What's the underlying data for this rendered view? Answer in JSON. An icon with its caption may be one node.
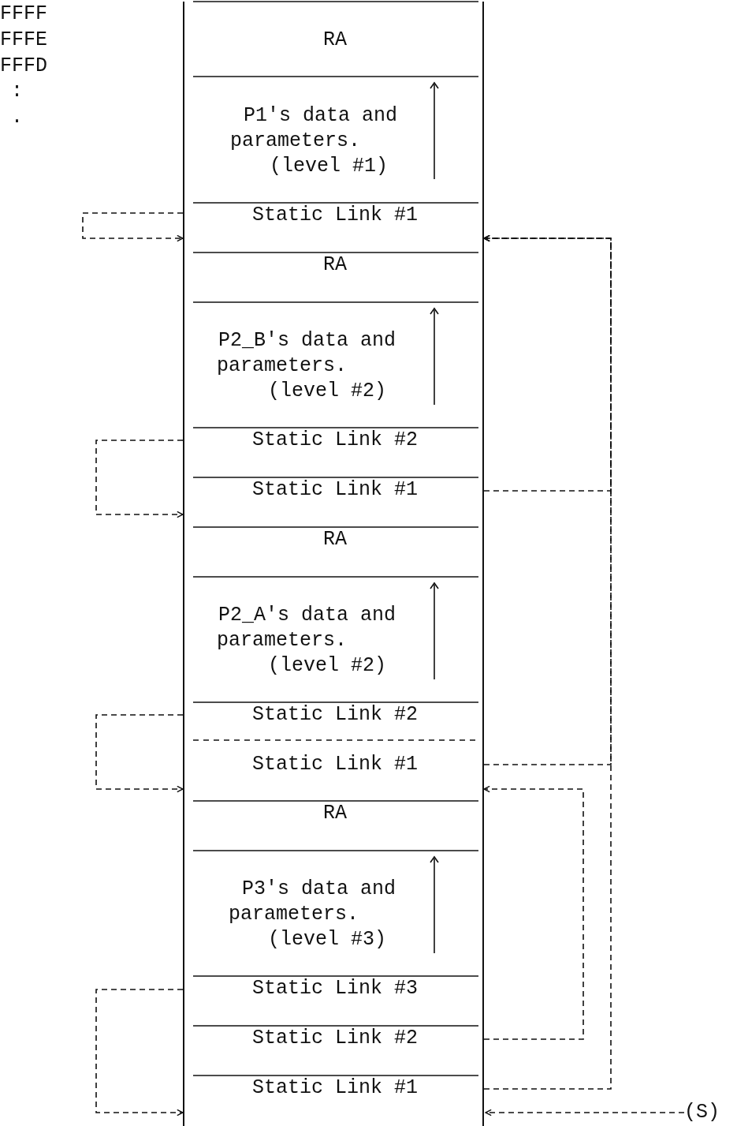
{
  "diagram": {
    "nodes": [
      {
        "text": [
          "RA"
        ]
      },
      {
        "text": [
          "P1's data and parameters.",
          "(level #1)"
        ]
      },
      {
        "text": [
          "Static Link #1"
        ]
      },
      {
        "text": [
          "RA"
        ]
      },
      {
        "text": [
          "P2_B's data and parameters.",
          "(level #2)"
        ]
      },
      {
        "text": [
          "Static Link #2"
        ]
      },
      {
        "text": [
          "Static Link #1"
        ]
      },
      {
        "text": [
          "RA"
        ]
      },
      {
        "text": [
          "P2_A's data and parameters.",
          "(level #2)"
        ]
      },
      {
        "text": [
          "Static Link #2"
        ]
      },
      {
        "text": [
          "Static Link #1"
        ]
      },
      {
        "text": [
          "RA"
        ]
      },
      {
        "text": [
          "P3's data and parameters.",
          "(level #3)"
        ]
      },
      {
        "text": [
          "Static Link #3"
        ]
      },
      {
        "text": [
          "Static Link #2"
        ]
      },
      {
        "text": [
          "Static Link #1"
        ]
      },
      {
        "text": [
          "(S)"
        ]
      }
    ],
    "edges": [
      {
        "from": 2,
        "to": 2,
        "arrow": "to"
      },
      {
        "from": 6,
        "to": 2,
        "arrow": "to"
      },
      {
        "from": 5,
        "to": 6,
        "arrow": "to"
      },
      {
        "from": 9,
        "to": 10,
        "arrow": "to"
      },
      {
        "from": 10,
        "to": 2,
        "arrow": "to"
      },
      {
        "from": 14,
        "to": 10,
        "arrow": "to"
      },
      {
        "from": 13,
        "to": 15,
        "arrow": "to"
      },
      {
        "from": 15,
        "to": 2,
        "arrow": "to"
      },
      {
        "from": 16,
        "to": 15,
        "arrow": "to"
      }
    ],
    "labels": [
      "FFFF",
      "FFFE",
      "FFFD",
      ":",
      "."
    ]
  }
}
